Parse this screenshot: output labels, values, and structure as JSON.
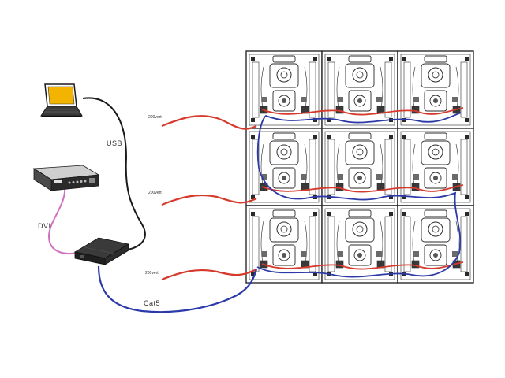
{
  "labels": {
    "usb": "USB",
    "dvi": "DVI",
    "cat5": "Cat5",
    "power1": "200vert",
    "power2": "200vert",
    "power3": "200vert"
  },
  "colors": {
    "power": "#d63a2c",
    "cat5": "#2b3aa8",
    "dvi": "#d070c0",
    "usb": "#1a1a1a",
    "cabinet_line": "#2a2a2a",
    "laptop_screen": "#f2b400"
  },
  "icons": {
    "laptop": "laptop-icon",
    "video_processor": "video-processor-icon",
    "sending_box": "sending-box-icon"
  }
}
